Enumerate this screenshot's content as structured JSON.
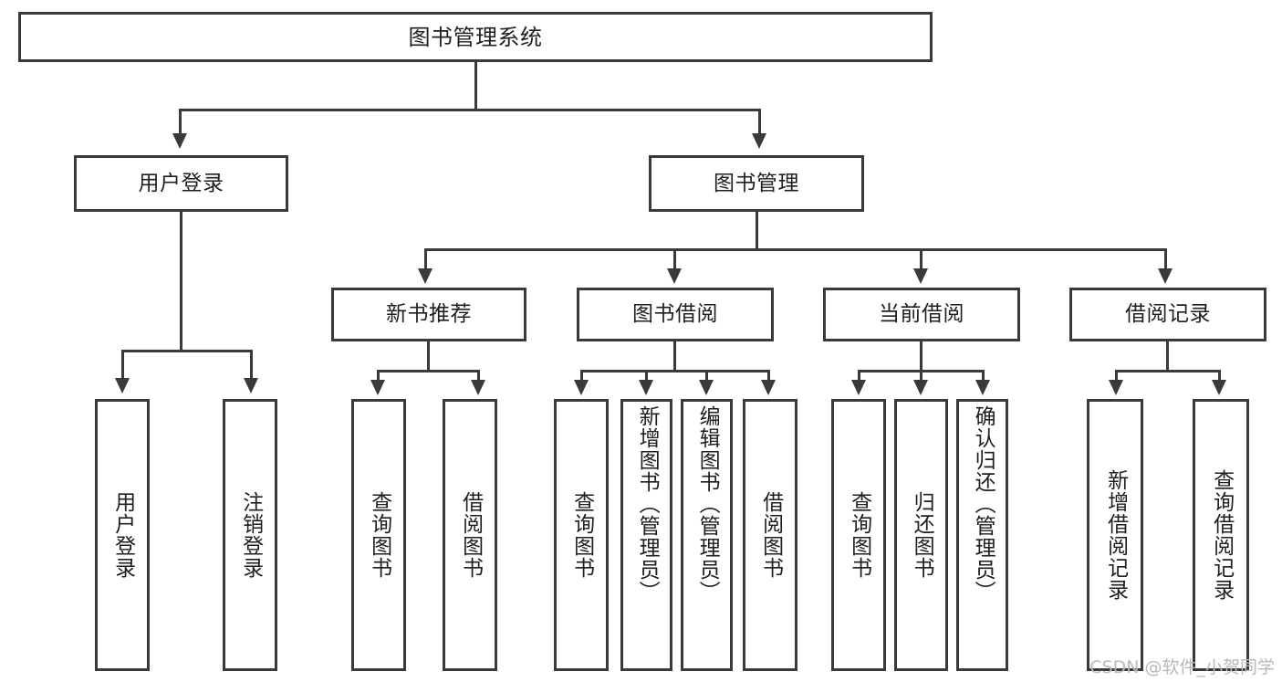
{
  "diagram": {
    "title": "图书管理系统",
    "type": "hierarchy-tree",
    "root": {
      "id": "root",
      "label": "图书管理系统"
    },
    "level2": [
      {
        "id": "user-login",
        "label": "用户登录"
      },
      {
        "id": "book-manage",
        "label": "图书管理"
      }
    ],
    "level3": [
      {
        "id": "new-book-recommend",
        "label": "新书推荐"
      },
      {
        "id": "book-borrow",
        "label": "图书借阅"
      },
      {
        "id": "current-borrow",
        "label": "当前借阅"
      },
      {
        "id": "borrow-record",
        "label": "借阅记录"
      }
    ],
    "leaves": {
      "user_login": [
        {
          "id": "leaf-user-login",
          "label": "用户登录"
        },
        {
          "id": "leaf-logout-login",
          "label": "注销登录"
        }
      ],
      "new_book_recommend": [
        {
          "id": "leaf-query-book-1",
          "label": "查询图书"
        },
        {
          "id": "leaf-borrow-book-1",
          "label": "借阅图书"
        }
      ],
      "book_borrow": [
        {
          "id": "leaf-query-book-2",
          "label": "查询图书"
        },
        {
          "id": "leaf-add-book-admin",
          "label": "新增图书（管理员）"
        },
        {
          "id": "leaf-edit-book-admin",
          "label": "编辑图书（管理员）"
        },
        {
          "id": "leaf-borrow-book-2",
          "label": "借阅图书"
        }
      ],
      "current_borrow": [
        {
          "id": "leaf-query-book-3",
          "label": "查询图书"
        },
        {
          "id": "leaf-return-book",
          "label": "归还图书"
        },
        {
          "id": "leaf-confirm-return-admin",
          "label": "确认归还（管理员）"
        }
      ],
      "borrow_record": [
        {
          "id": "leaf-add-borrow-record",
          "label": "新增借阅记录"
        },
        {
          "id": "leaf-query-borrow-record",
          "label": "查询借阅记录"
        }
      ]
    }
  },
  "watermark": {
    "text": "CSDN @软件_小贺同学"
  },
  "colors": {
    "stroke": "#3a3a3a",
    "text": "#1f1f1f",
    "background": "#ffffff",
    "watermark": "#b9b9b9"
  }
}
